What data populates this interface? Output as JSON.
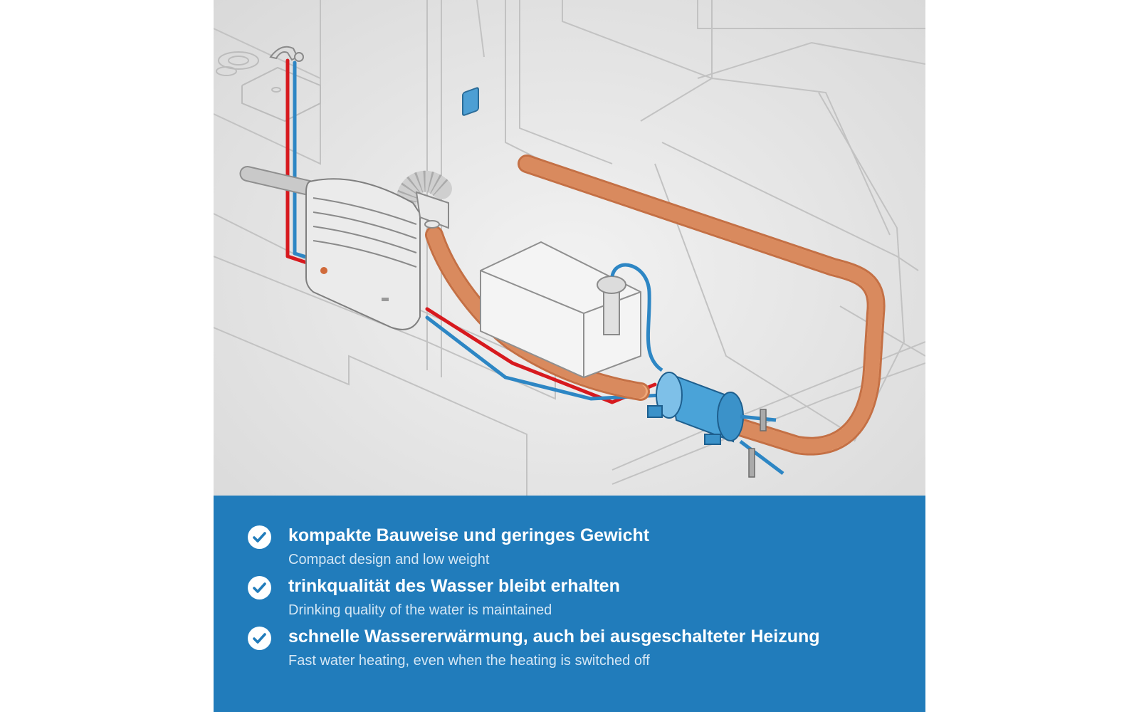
{
  "features": [
    {
      "title": "kompakte Bauweise und geringes Gewicht",
      "subtitle": "Compact design and low weight"
    },
    {
      "title": "trinkqualität des Wasser bleibt erhalten",
      "subtitle": "Drinking quality of the water is maintained"
    },
    {
      "title": "schnelle Wassererwärmung, auch bei ausgeschalteter Heizung",
      "subtitle": "Fast water heating, even when the heating is switched off"
    }
  ],
  "colors": {
    "band": "#217cbb",
    "hot_line": "#d7191e",
    "cold_line": "#2d86c4",
    "duct": "#f0a878",
    "boiler": "#4aa3d8"
  },
  "icons": {
    "feature_check": "check-circle-icon"
  }
}
